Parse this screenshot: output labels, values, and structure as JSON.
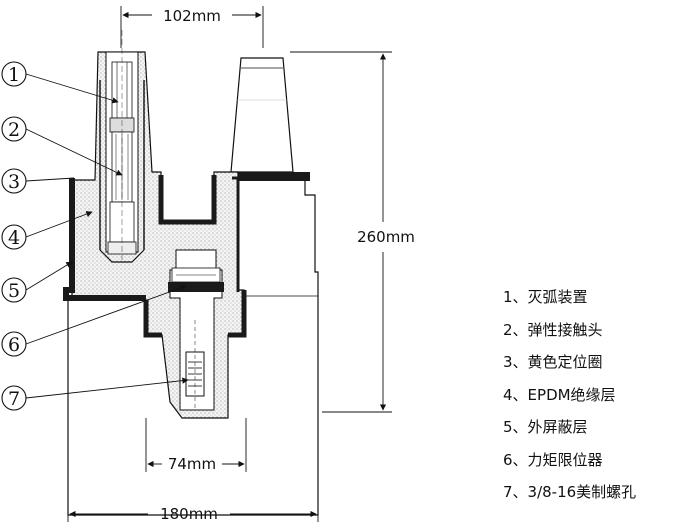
{
  "dimensions": {
    "top_width": "102mm",
    "height": "260mm",
    "bottom_inner": "74mm",
    "bottom_width": "180mm"
  },
  "callouts": [
    "1",
    "2",
    "3",
    "4",
    "5",
    "6",
    "7"
  ],
  "legend": [
    {
      "label": "1、灭弧装置"
    },
    {
      "label": "2、弹性接触头"
    },
    {
      "label": "3、黄色定位圈"
    },
    {
      "label": "4、EPDM绝缘层"
    },
    {
      "label": "5、外屏蔽层"
    },
    {
      "label": "6、力矩限位器"
    },
    {
      "label": "7、3/8-16美制螺孔"
    }
  ],
  "colors": {
    "line": "#111111",
    "insulation_fill": "#eeeeee",
    "shield": "#1a1a1a",
    "background": "#ffffff"
  }
}
